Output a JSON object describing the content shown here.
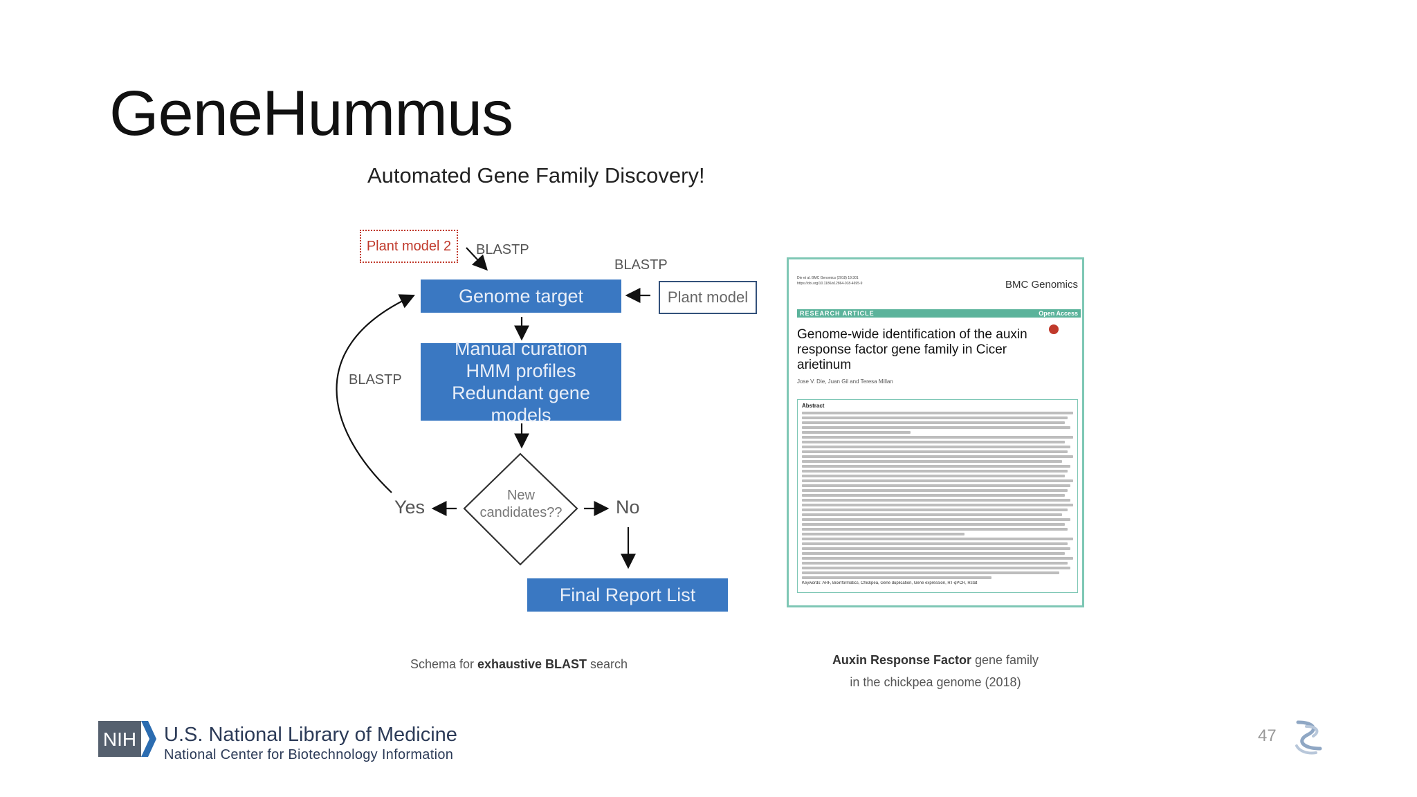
{
  "slide": {
    "title": "GeneHummus",
    "subtitle": "Automated Gene Family Discovery!",
    "page_number": "47"
  },
  "flowchart": {
    "plant_model_2": "Plant model 2",
    "blastp_top": "BLASTP",
    "blastp_right": "BLASTP",
    "blastp_left": "BLASTP",
    "genome_target": "Genome target",
    "plant_model": "Plant model",
    "curation_lines": [
      "Manual curation",
      "HMM profiles",
      "Redundant gene models"
    ],
    "decision_lines": [
      "New",
      "candidates??"
    ],
    "yes": "Yes",
    "no": "No",
    "final_report": "Final Report List",
    "colors": {
      "box_blue": "#3a78c2",
      "dotted_red": "#c0392b",
      "outline": "#33517a"
    }
  },
  "flow_caption": {
    "prefix": "Schema for ",
    "bold": "exhaustive BLAST",
    "suffix": " search"
  },
  "paper": {
    "citation_line1": "Die et al. BMC Genomics (2018) 19:301",
    "citation_line2": "https://doi.org/10.1186/s12864-018-4695-9",
    "journal": "BMC Genomics",
    "banner_left": "RESEARCH ARTICLE",
    "banner_right": "Open Access",
    "title_lines": [
      "Genome-wide identification of the auxin",
      "response factor gene family in Cicer",
      "arietinum"
    ],
    "authors": "Jose V. Die, Juan Gil and Teresa Millan",
    "abstract_heading": "Abstract",
    "keywords": "Keywords: ARF, Bioinformatics, Chickpea, Gene duplication, Gene expression, RT-qPCR, Rstat",
    "colors": {
      "border": "#7ec7b5",
      "banner": "#5bb39b"
    }
  },
  "paper_caption": {
    "line1_bold": "Auxin Response Factor",
    "line1_rest": " gene family",
    "line2": "in the chickpea genome (2018)"
  },
  "footer": {
    "nih": "NIH",
    "org_name": "U.S. National Library of Medicine",
    "center_name": "National Center for Biotechnology Information",
    "colors": {
      "nih_gray": "#55606e",
      "nih_blue": "#2b6cb0"
    }
  }
}
